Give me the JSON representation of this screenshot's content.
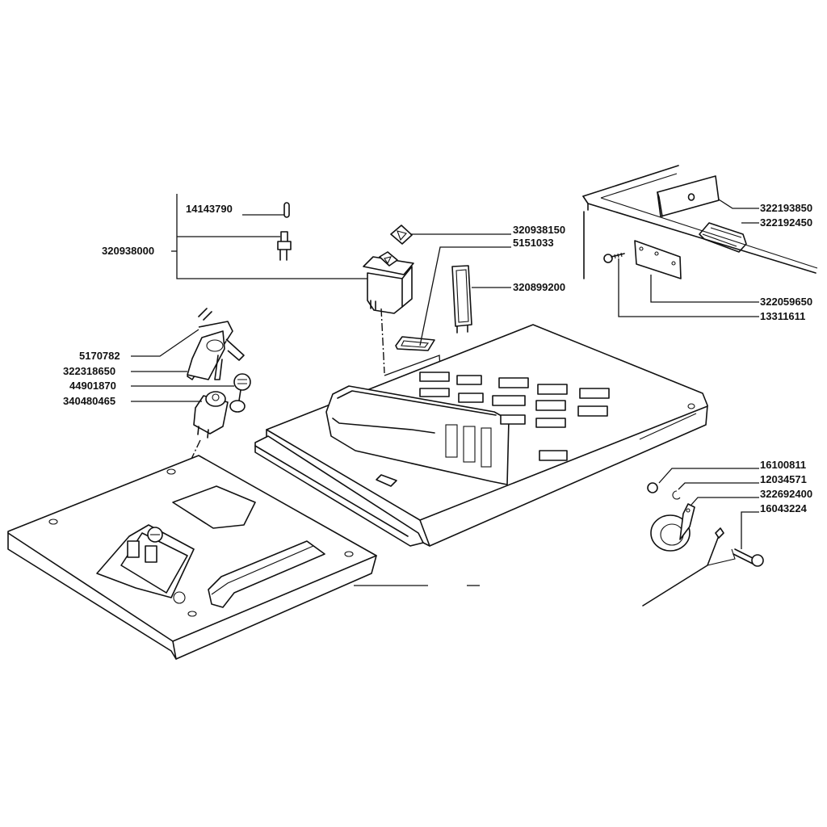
{
  "diagram": {
    "type": "exploded-parts-view",
    "subject": "control panel / dashboard assembly",
    "line_color": "#111111",
    "background": "#ffffff",
    "callouts": [
      {
        "id": "c1",
        "part_number": "14143790",
        "part": "bulb"
      },
      {
        "id": "c2",
        "part_number": "320938000",
        "part": "switch assembly (bracketed group)"
      },
      {
        "id": "c3",
        "part_number": "320938150",
        "part": "switch rocker cap"
      },
      {
        "id": "c4",
        "part_number": "5151033",
        "part": "lens / label plate"
      },
      {
        "id": "c5",
        "part_number": "320899200",
        "part": "indicator window"
      },
      {
        "id": "c6",
        "part_number": "5170782",
        "part": "key"
      },
      {
        "id": "c7",
        "part_number": "322318650",
        "part": "key head cover"
      },
      {
        "id": "c8",
        "part_number": "44901870",
        "part": "ignition cap"
      },
      {
        "id": "c9",
        "part_number": "340480465",
        "part": "ignition switch"
      },
      {
        "id": "c10",
        "part_number": "322193850",
        "part": "mounting block"
      },
      {
        "id": "c11",
        "part_number": "322192450",
        "part": "bracket"
      },
      {
        "id": "c12",
        "part_number": "322059650",
        "part": "plate"
      },
      {
        "id": "c13",
        "part_number": "13311611",
        "part": "self-tapping screw"
      },
      {
        "id": "c14",
        "part_number": "16100811",
        "part": "nut"
      },
      {
        "id": "c15",
        "part_number": "12034571",
        "part": "washer"
      },
      {
        "id": "c16",
        "part_number": "322692400",
        "part": "horn"
      },
      {
        "id": "c17",
        "part_number": "16043224",
        "part": "bolt"
      }
    ]
  }
}
